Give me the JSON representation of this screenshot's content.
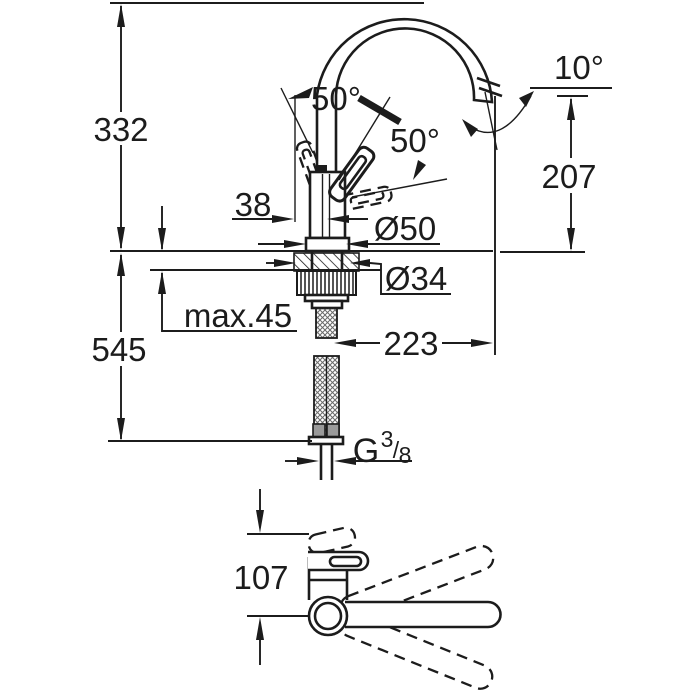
{
  "drawing": {
    "title": "kitchen-faucet-installation-dimension-drawing",
    "views": {
      "front": "front elevation with spout and lever swing angles",
      "top": "top view with spout swivel positions"
    },
    "labels": {
      "height_above_deck": "332",
      "length_below_deck": "545",
      "handle_offset": "38",
      "lever_angle_up": "50°",
      "lever_angle_down": "50°",
      "outlet_angle": "10°",
      "outlet_height": "207",
      "base_diameter": "Ø50",
      "shank_diameter": "Ø34",
      "max_deck_thickness": "max.45",
      "spout_reach": "223",
      "thread_letter": "G",
      "thread_numerator": "3",
      "thread_slash": "/",
      "thread_denominator": "8",
      "handle_projection": "107"
    },
    "colors": {
      "line": "#1c1c1c",
      "background": "#ffffff"
    }
  }
}
